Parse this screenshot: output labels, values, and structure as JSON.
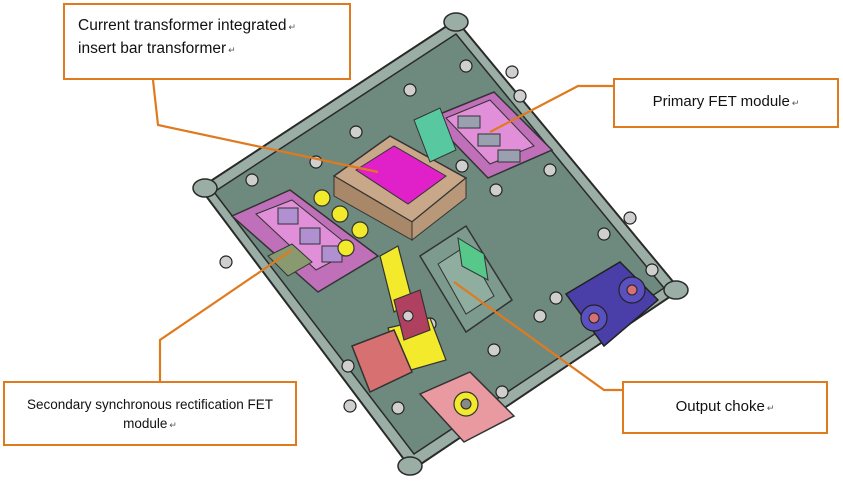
{
  "labels": {
    "current_transformer": {
      "line1": "Current transformer integrated",
      "line2": "insert bar transformer"
    },
    "primary_fet": "Primary FET module",
    "secondary_fet": {
      "line1": "Secondary synchronous rectification FET",
      "line2": "module"
    },
    "output_choke": "Output choke",
    "paragraph_mark": "↵"
  },
  "colors": {
    "callout_orange": "#E07A1F",
    "housing_gray": "#6E8A7F",
    "transformer_magenta": "#E020C8",
    "transformer_tan": "#C8A888",
    "fet_pink": "#C070B8",
    "yellow_parts": "#F2EA2A",
    "connector_blue": "#4A3FA8",
    "connector_red": "#D77070",
    "connector_pink": "#E89AA0"
  }
}
